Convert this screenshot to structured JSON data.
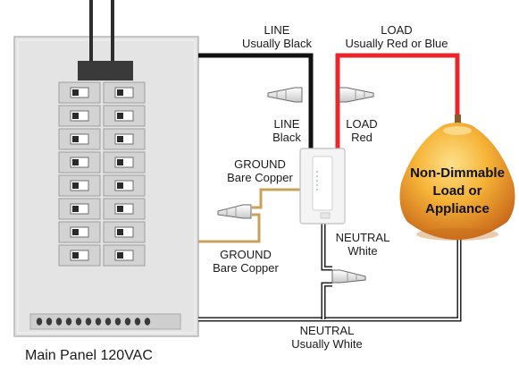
{
  "wiring": {
    "line_top": {
      "title": "LINE",
      "subtitle": "Usually Black"
    },
    "load_top": {
      "title": "LOAD",
      "subtitle": "Usually Red or Blue"
    },
    "line_switch": {
      "title": "LINE",
      "subtitle": "Black"
    },
    "load_switch": {
      "title": "LOAD",
      "subtitle": "Red"
    },
    "ground_upper": {
      "title": "GROUND",
      "subtitle": "Bare Copper"
    },
    "ground_lower": {
      "title": "GROUND",
      "subtitle": "Bare Copper"
    },
    "neutral_switch": {
      "title": "NEUTRAL",
      "subtitle": "White"
    },
    "neutral_bottom": {
      "title": "NEUTRAL",
      "subtitle": "Usually White"
    }
  },
  "load_device": {
    "line1": "Non-Dimmable",
    "line2": "Load or",
    "line3": "Appliance"
  },
  "panel": {
    "title": "Main Panel  120VAC"
  },
  "colors": {
    "line_wire": "#111111",
    "load_wire": "#e8262b",
    "neutral_wire": "#ffffff",
    "ground_wire": "#c9a25a",
    "panel_fill": "#e4e4e4",
    "lamp_glow": "#f2a21c"
  }
}
